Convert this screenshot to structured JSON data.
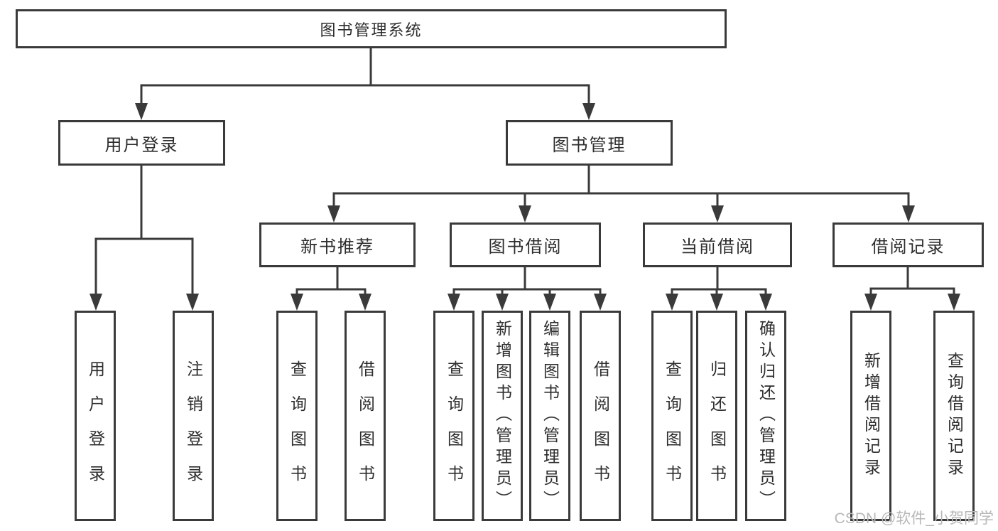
{
  "page": {
    "watermark": "CSDN @软件_小贺同学"
  },
  "colors": {
    "line": "#3a3a3a",
    "text": "#2d2d2d",
    "box_background": "#ffffff",
    "watermark": "#b8b8b8",
    "background": "#ffffff"
  },
  "tree": {
    "root": {
      "label": "图书管理系统"
    },
    "branches": [
      {
        "label": "用户登录",
        "leaves": [
          {
            "label": "用户登录"
          },
          {
            "label": "注销登录"
          }
        ]
      },
      {
        "label": "图书管理",
        "groups": [
          {
            "label": "新书推荐",
            "leaves": [
              {
                "label": "查询图书"
              },
              {
                "label": "借阅图书"
              }
            ]
          },
          {
            "label": "图书借阅",
            "leaves": [
              {
                "label": "查询图书"
              },
              {
                "label": "新增图书（管理员）"
              },
              {
                "label": "编辑图书（管理员）"
              },
              {
                "label": "借阅图书"
              }
            ]
          },
          {
            "label": "当前借阅",
            "leaves": [
              {
                "label": "查询图书"
              },
              {
                "label": "归还图书"
              },
              {
                "label": "确认归还（管理员）"
              }
            ]
          },
          {
            "label": "借阅记录",
            "leaves": [
              {
                "label": "新增借阅记录"
              },
              {
                "label": "查询借阅记录"
              }
            ]
          }
        ]
      }
    ]
  }
}
